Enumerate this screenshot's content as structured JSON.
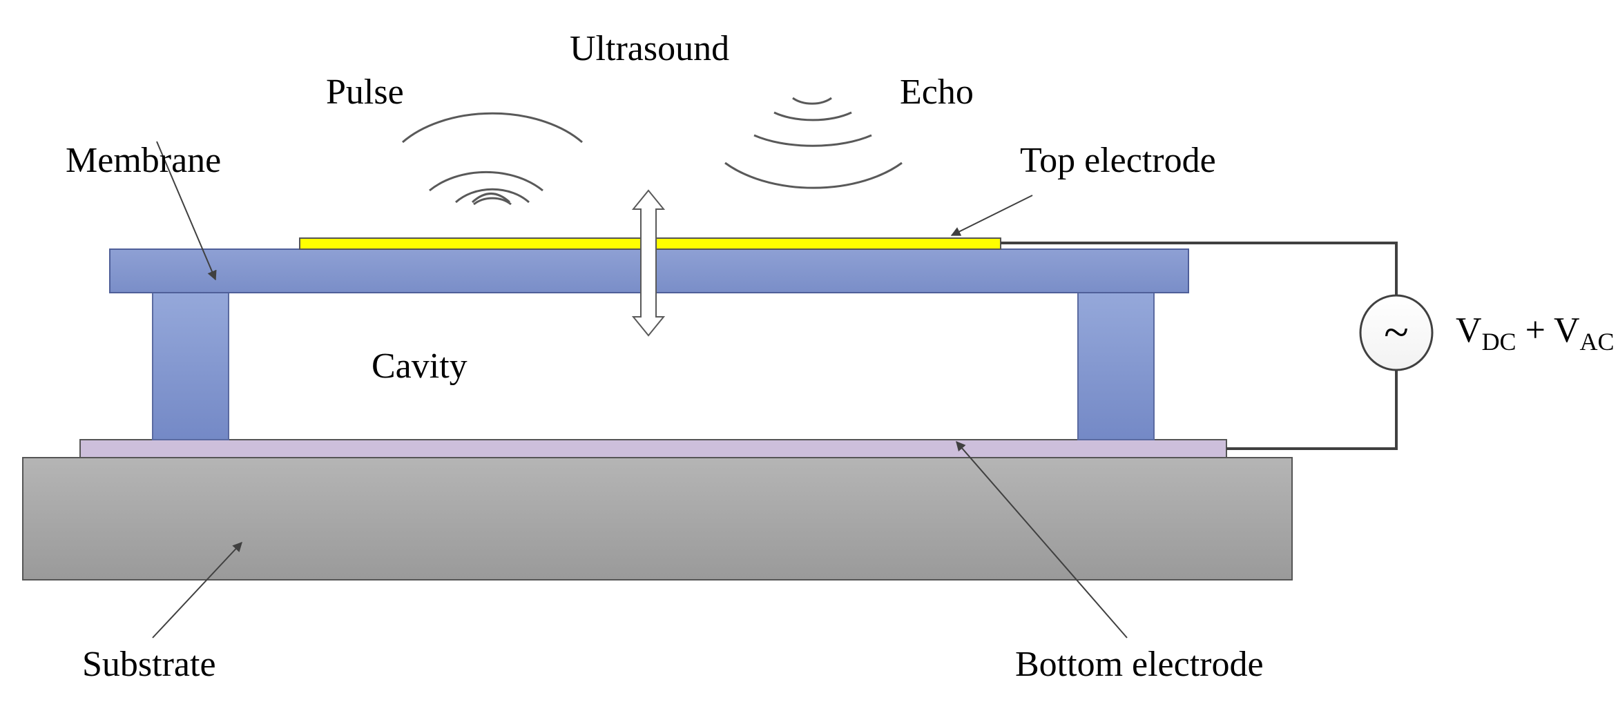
{
  "labels": {
    "ultrasound": "Ultrasound",
    "pulse": "Pulse",
    "echo": "Echo",
    "membrane": "Membrane",
    "top_electrode": "Top electrode",
    "cavity": "Cavity",
    "substrate": "Substrate",
    "bottom_electrode": "Bottom electrode",
    "source_symbol": "~",
    "voltage": {
      "v1": "V",
      "sub1": "DC",
      "plus": " + ",
      "v2": "V",
      "sub2": "AC"
    }
  },
  "colors": {
    "membrane": "#8497cd",
    "top_electrode": "#ffff00",
    "bottom_electrode": "#cdbfdb",
    "substrate": "#a6a6a6",
    "wire": "#404040",
    "waves": "#595959"
  },
  "icons": {
    "vibration_arrow": "double-headed-arrow-icon",
    "ac_source": "ac-voltage-source-icon"
  }
}
